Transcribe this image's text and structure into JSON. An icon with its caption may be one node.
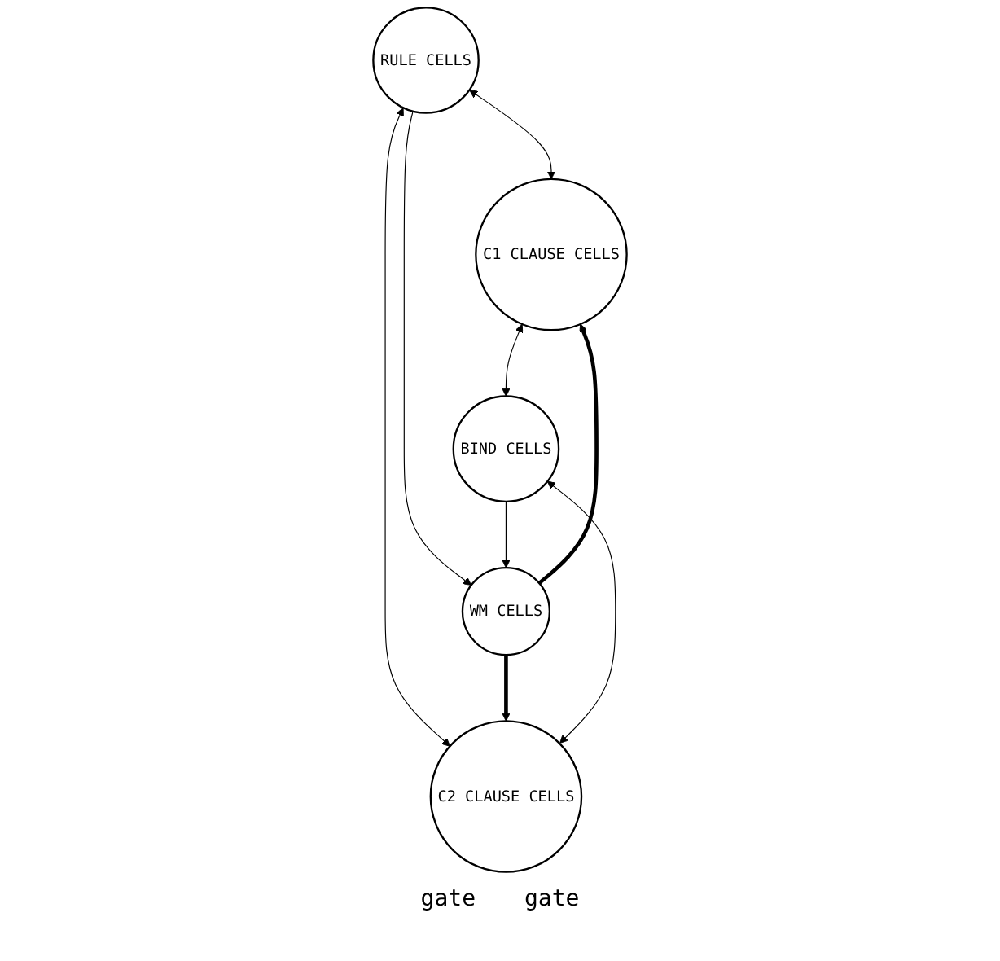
{
  "diagram": {
    "nodes": [
      {
        "text": [
          "RULE CELLS"
        ]
      },
      {
        "text": [
          "C1 CLAUSE CELLS"
        ]
      },
      {
        "text": [
          "WM CELLS"
        ]
      },
      {
        "text": [
          "C2 CLAUSE CELLS"
        ]
      },
      {
        "text": [
          "BIND CELLS"
        ]
      }
    ],
    "edges": [
      {
        "from": 0,
        "to": 1,
        "arrow": "both"
      },
      {
        "from": 0,
        "to": 3,
        "arrow": "both"
      },
      {
        "from": 0,
        "to": 2,
        "arrow": "to"
      },
      {
        "from": 2,
        "to": 1,
        "arrow": "to",
        "style": "thick"
      },
      {
        "from": 2,
        "to": 3,
        "arrow": "to",
        "style": "thick"
      },
      {
        "from": 1,
        "to": 4,
        "arrow": "both"
      },
      {
        "from": 3,
        "to": 4,
        "arrow": "both"
      },
      {
        "from": 4,
        "to": 2,
        "arrow": "to"
      }
    ],
    "labels": [
      "gate",
      "gate"
    ]
  }
}
